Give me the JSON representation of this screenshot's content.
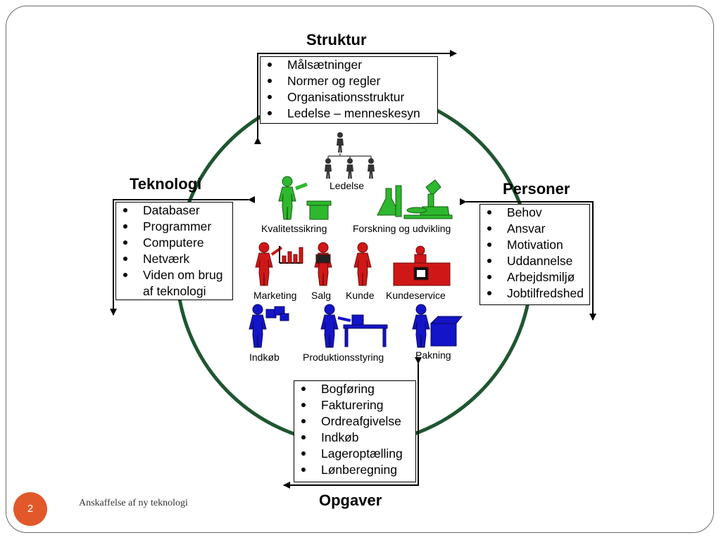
{
  "slide": {
    "number": "2",
    "footer_text": "Anskaffelse af ny teknologi"
  },
  "colors": {
    "circle": "#1f5630",
    "quality_figure": "#2eb82e",
    "sales_figures": "#d01717",
    "operations_figures": "#1414c8",
    "management_figures": "#333333",
    "badge": "#e2582a"
  },
  "struktur": {
    "heading": "Struktur",
    "items": [
      "Målsætninger",
      "Normer og regler",
      "Organisationsstruktur",
      "Ledelse – menneskesyn"
    ]
  },
  "teknologi": {
    "heading": "Teknologi",
    "items": [
      "Databaser",
      "Programmer",
      "Computere",
      "Netværk",
      "Viden om brug af teknologi"
    ]
  },
  "personer": {
    "heading": "Personer",
    "items": [
      "Behov",
      "Ansvar",
      "Motivation",
      "Uddannelse",
      "Arbejdsmiljø",
      "Jobtilfredshed"
    ]
  },
  "opgaver": {
    "heading": "Opgaver",
    "items": [
      "Bogføring",
      "Fakturering",
      "Ordreafgivelse",
      "Indkøb",
      "Lageroptælling",
      "Lønberegning"
    ]
  },
  "figures": {
    "ledelse": "Ledelse",
    "kvalitetssikring": "Kvalitetssikring",
    "forskning": "Forskning og udvikling",
    "marketing": "Marketing",
    "salg": "Salg",
    "kunde": "Kunde",
    "kundeservice": "Kundeservice",
    "indkob": "Indkøb",
    "produktionsstyring": "Produktionsstyring",
    "pakning": "Pakning"
  }
}
